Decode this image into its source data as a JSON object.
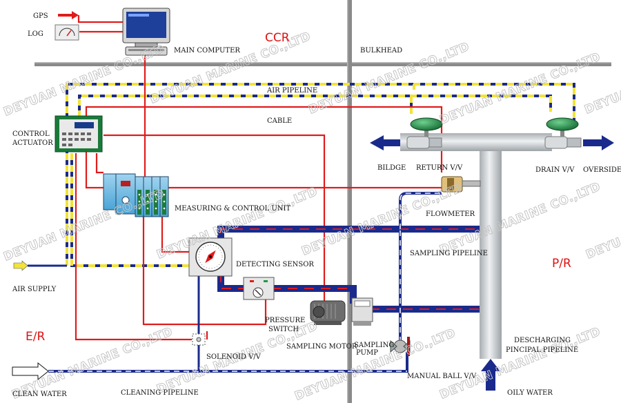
{
  "labels": {
    "gps": "GPS",
    "log": "LOG",
    "main_computer": "MAIN COMPUTER",
    "ccr": "CCR",
    "bulkhead": "BULKHEAD",
    "air_pipeline": "AIR PIPELINE",
    "cable": "CABLE",
    "control_actuator_1": "CONTROL",
    "control_actuator_2": "ACTUATOR",
    "bildge": "BILDGE",
    "return_vv": "RETURN V/V",
    "drain_vv": "DRAIN V/V",
    "overside": "OVERSIDE",
    "measuring_control_unit": "MEASURING & CONTROL UNIT",
    "flowmeter": "FLOWMETER",
    "sampling_pipeline": "SAMPLING PIPELINE",
    "detecting_sensor": "DETECTING SENSOR",
    "pr": "P/R",
    "air_supply": "AIR SUPPLY",
    "pressure_switch_1": "PRESSURE",
    "pressure_switch_2": "SWITCH",
    "er": "E/R",
    "sampling_motor": "SAMPLING MOTOR",
    "sampling_pump_1": "SAMPLING",
    "sampling_pump_2": "PUMP",
    "descharging_1": "DESCHARGING",
    "descharging_2": "PINCIPAL PIPELINE",
    "solenoid_vv": "SOLENOID V/V",
    "manual_ball_vv": "MANUAL BALL V/V",
    "clean_water": "CLEAN WATER",
    "cleaning_pipeline": "CLEANING PIPELINE",
    "oily_water": "OILY WATER"
  },
  "watermark": "DEYUAN MARINE CO.,LTD",
  "colors": {
    "cable": "#e01b1b",
    "air_dash": "#f2e33a",
    "air_line": "#1a2a8c",
    "sample_pipe": "#1a2a8c",
    "bulkhead": "#8a8a8a",
    "main_pipe": "#c9cdd0",
    "valve_green": "#1f7a3e"
  }
}
